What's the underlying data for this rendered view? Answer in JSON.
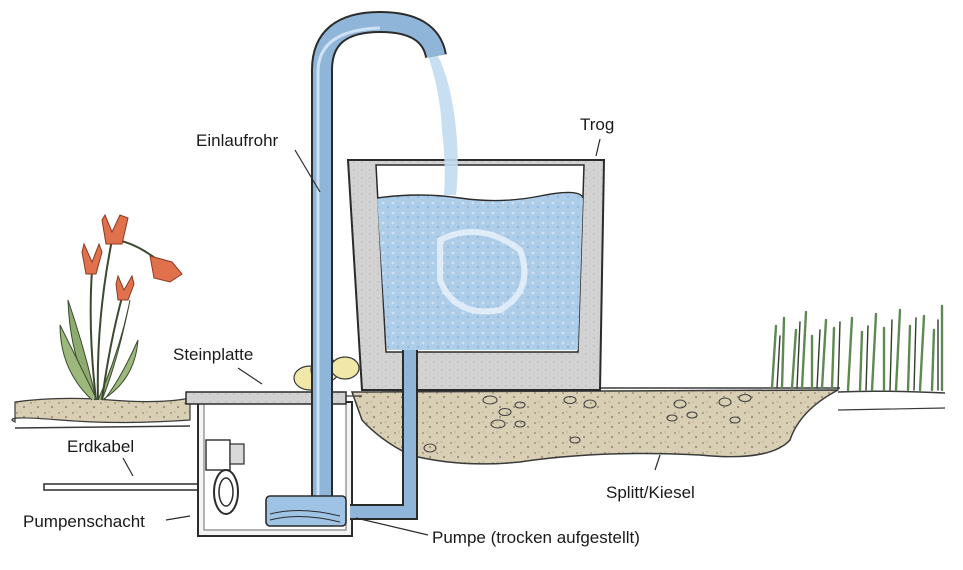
{
  "labels": {
    "einlaufrohr": "Einlaufrohr",
    "trog": "Trog",
    "steinplatte": "Steinplatte",
    "erdkabel": "Erdkabel",
    "pumpenschacht": "Pumpenschacht",
    "pumpe": "Pumpe (trocken aufgestellt)",
    "splitt": "Splitt/Kiesel"
  },
  "colors": {
    "water": "#a9cbe8",
    "pipe": "#8fb6d9",
    "stone": "#cfcfcf",
    "soil": "#d8ccb0",
    "tulip": "#e0714c",
    "leaf": "#8dab6e",
    "grass": "#6f9a5e"
  }
}
